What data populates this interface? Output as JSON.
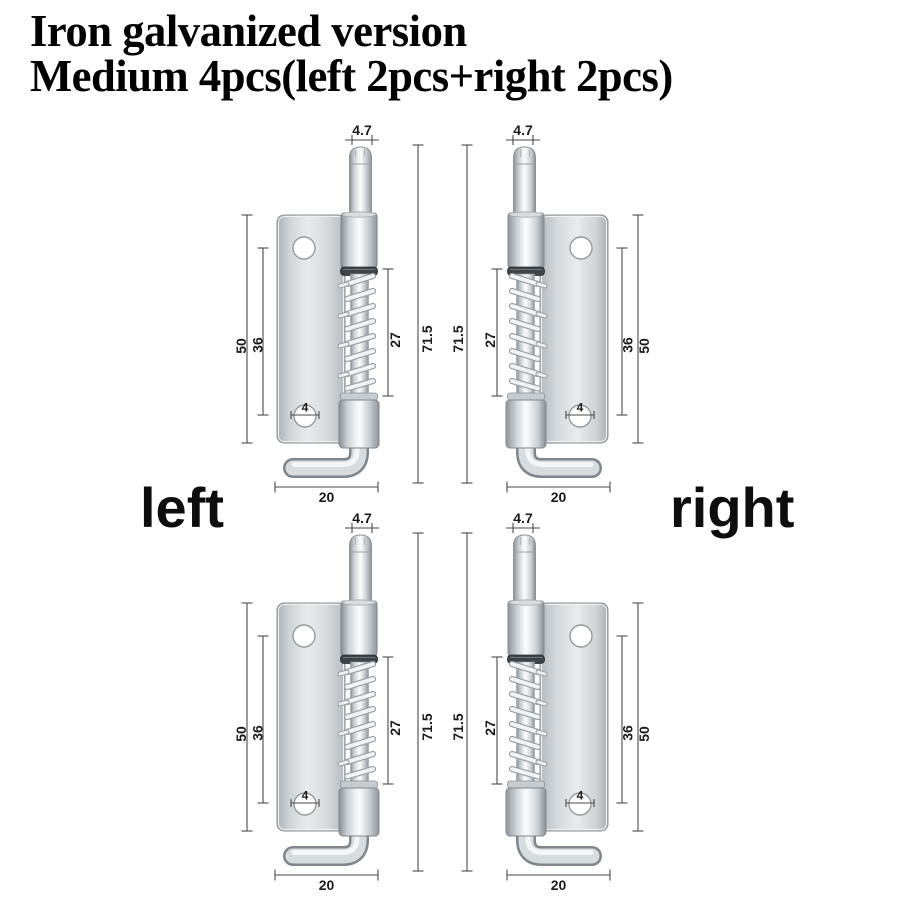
{
  "title": {
    "line1": "Iron galvanized version",
    "line2": "Medium 4pcs(left 2pcs+right 2pcs)"
  },
  "side_labels": {
    "left": "left",
    "right": "right"
  },
  "dimensions_mm": {
    "pin_diameter": "4.7",
    "overall_length": "71.5",
    "plate_length": "50",
    "hole_spacing": "36",
    "spring_length": "27",
    "hole_diameter": "4",
    "plate_width": "20"
  },
  "units": [
    {
      "id": "top-left",
      "orientation": "left"
    },
    {
      "id": "top-right",
      "orientation": "right"
    },
    {
      "id": "bottom-left",
      "orientation": "left"
    },
    {
      "id": "bottom-right",
      "orientation": "right"
    }
  ],
  "colors": {
    "background": "#ffffff",
    "text": "#000000",
    "metal_light": "#eef0f2",
    "metal_mid": "#c9cfd3",
    "metal_dark": "#8a9196",
    "dimension_line": "#4a4a4a",
    "washer_dark": "#3e4347"
  }
}
